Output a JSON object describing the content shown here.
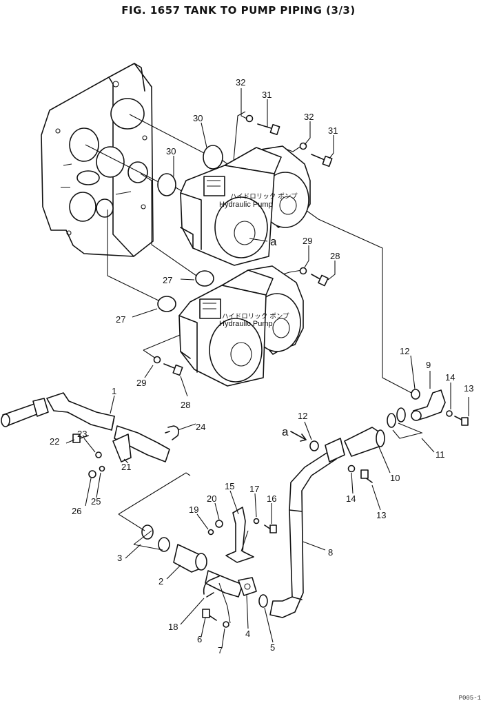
{
  "title": "FIG. 1657   TANK TO PUMP PIPING (3/3)",
  "pumps": [
    {
      "jp": "ハイドロリック ポンプ",
      "en": "Hydraulic Pump"
    },
    {
      "jp": "ハイドロリック ポンプ",
      "en": "Hydraulic Pump"
    }
  ],
  "view_marks": [
    "a",
    "a"
  ],
  "callouts": [
    "32",
    "31",
    "32",
    "31",
    "30",
    "30",
    "29",
    "28",
    "27",
    "27",
    "29",
    "28",
    "1",
    "12",
    "9",
    "14",
    "13",
    "12",
    "11",
    "22",
    "23",
    "24",
    "21",
    "26",
    "25",
    "10",
    "14",
    "13",
    "20",
    "15",
    "17",
    "16",
    "19",
    "3",
    "8",
    "2",
    "18",
    "4",
    "6",
    "7",
    "5"
  ],
  "drawing_code": "P005-1"
}
